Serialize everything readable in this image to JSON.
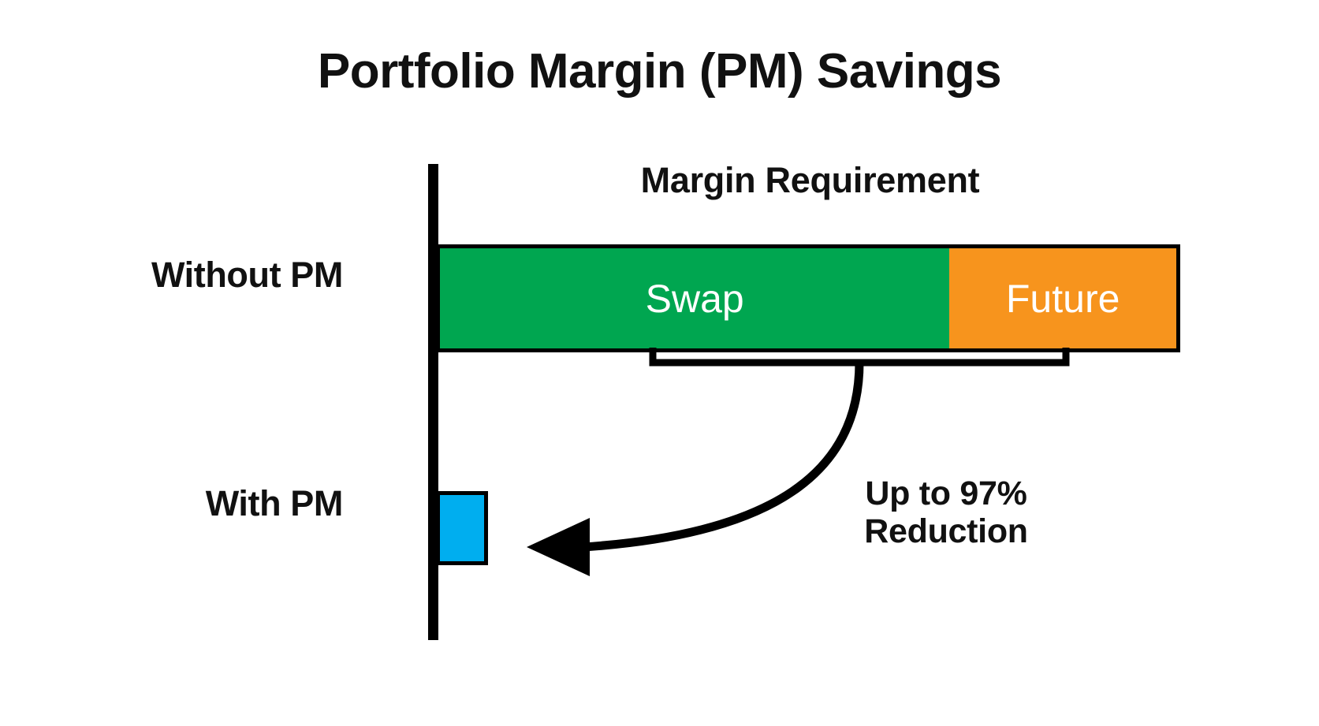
{
  "title": "Portfolio Margin (PM) Savings",
  "axis": {
    "header": "Margin Requirement"
  },
  "categories": [
    {
      "key": "without_pm",
      "label": "Without PM"
    },
    {
      "key": "with_pm",
      "label": "With PM"
    }
  ],
  "segments": {
    "swap": {
      "label": "Swap",
      "color": "#00A650"
    },
    "future": {
      "label": "Future",
      "color": "#F7941D"
    },
    "with_pm": {
      "label": "",
      "color": "#00AEEF"
    }
  },
  "annotation": {
    "line1": "Up to 97%",
    "line2": "Reduction",
    "bracket_name": "combined-margin-bracket",
    "arrow_name": "reduction-arrow"
  },
  "chart_data": {
    "type": "bar",
    "orientation": "horizontal",
    "stacked": true,
    "title": "Portfolio Margin (PM) Savings",
    "xlabel": "Margin Requirement",
    "ylabel": "",
    "categories": [
      "Without PM",
      "With PM"
    ],
    "series": [
      {
        "name": "Swap",
        "color": "#00A650",
        "values": [
          69.2,
          0
        ]
      },
      {
        "name": "Future",
        "color": "#F7941D",
        "values": [
          30.8,
          0
        ]
      },
      {
        "name": "With PM Margin",
        "color": "#00AEEF",
        "values": [
          0,
          7
        ]
      }
    ],
    "xlim": [
      0,
      100
    ],
    "grid": false,
    "legend": "none",
    "annotations": [
      {
        "text": "Up to 97% Reduction",
        "points_from": "Without PM total",
        "points_to": "With PM bar"
      },
      {
        "text": "Margin Requirement",
        "role": "axis-header"
      }
    ],
    "notes": "Bar lengths are unlabeled; values estimated from pixel widths as percent of the Without PM total (944px). With PM bar is ~7% of the Without PM total, consistent with the 'Up to 97% Reduction' callout."
  }
}
